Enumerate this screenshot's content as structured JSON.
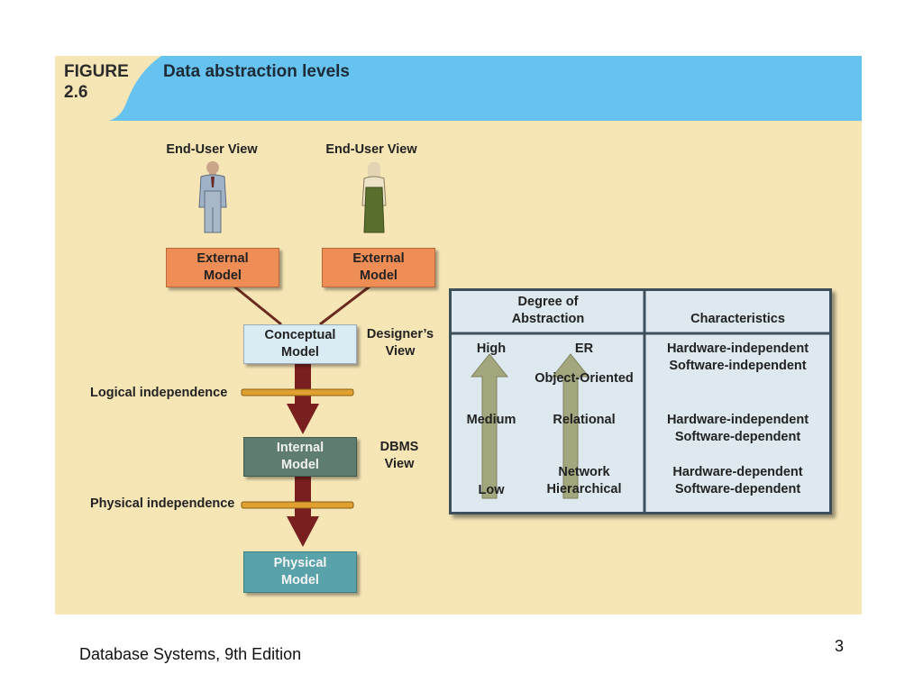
{
  "figure": {
    "label_line1": "FIGURE",
    "label_line2": "2.6",
    "title": "Data abstraction levels"
  },
  "views": {
    "end_user_1": "End-User View",
    "end_user_2": "End-User View",
    "designer_line1": "Designer’s",
    "designer_line2": "View",
    "dbms_line1": "DBMS",
    "dbms_line2": "View"
  },
  "models": {
    "external_1": [
      "External",
      "Model"
    ],
    "external_2": [
      "External",
      "Model"
    ],
    "conceptual": [
      "Conceptual",
      "Model"
    ],
    "internal": [
      "Internal",
      "Model"
    ],
    "physical": [
      "Physical",
      "Model"
    ]
  },
  "independence": {
    "logical": "Logical independence",
    "physical": "Physical independence"
  },
  "table": {
    "header_degree": [
      "Degree of",
      "Abstraction"
    ],
    "header_characteristics": "Characteristics",
    "levels": {
      "high": "High",
      "medium": "Medium",
      "low": "Low"
    },
    "rows": [
      {
        "model": [
          "ER",
          "Object-Oriented"
        ],
        "characteristics": [
          "Hardware-independent",
          "Software-independent"
        ]
      },
      {
        "model": [
          "Relational"
        ],
        "characteristics": [
          "Hardware-independent",
          "Software-dependent"
        ]
      },
      {
        "model": [
          "Network",
          "Hierarchical"
        ],
        "characteristics": [
          "Hardware-dependent",
          "Software-dependent"
        ]
      }
    ]
  },
  "footer": {
    "text": "Database Systems, 9th Edition",
    "page": "3"
  },
  "colors": {
    "header_blue": "#66c2ee",
    "background_cream": "#f6e6b6",
    "external_orange": "#ee8d55",
    "internal_green": "#5f7d6e",
    "physical_teal": "#5aa2aa",
    "arrow_maroon": "#7a1f1f",
    "bar_gold": "#e0a030"
  }
}
